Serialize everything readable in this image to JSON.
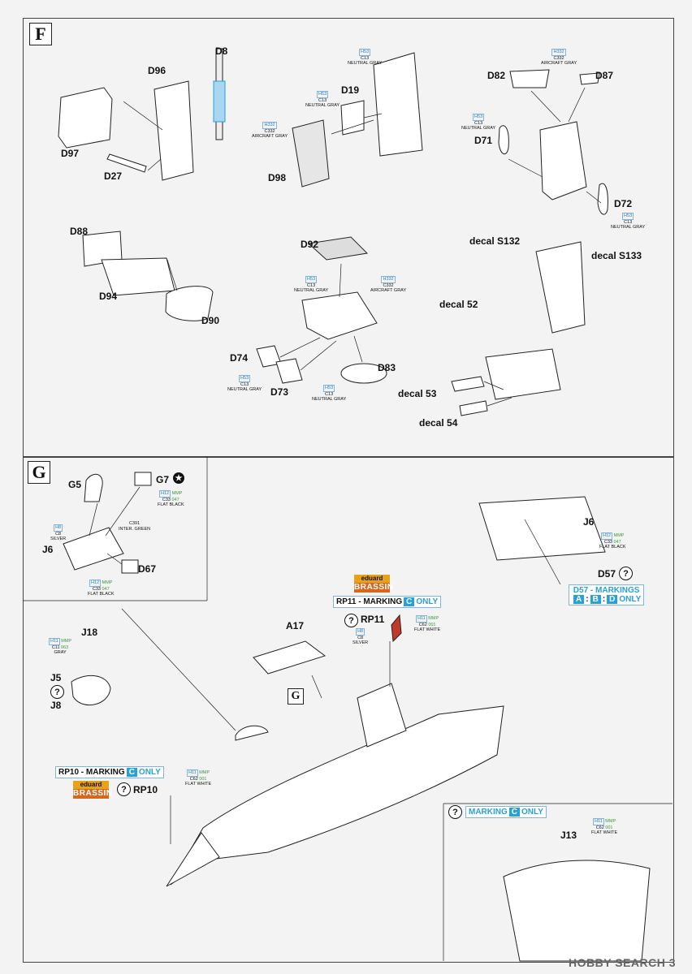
{
  "steps": {
    "f": "F",
    "g": "G",
    "g_ref": "G"
  },
  "f_labels": {
    "d8": "D8",
    "d96": "D96",
    "d97": "D97",
    "d27": "D27",
    "d19": "D19",
    "d98": "D98",
    "d82": "D82",
    "d87": "D87",
    "d71": "D71",
    "d72": "D72",
    "d88": "D88",
    "d94": "D94",
    "d90": "D90",
    "d92": "D92",
    "d74": "D74",
    "d73": "D73",
    "d83": "D83",
    "decal_s132": "decal S132",
    "decal_s133": "decal S133",
    "decal_52": "decal 52",
    "decal_53": "decal 53",
    "decal_54": "decal 54"
  },
  "paints": {
    "h53": "H53",
    "c13": "C13",
    "neutral_gray": "NEUTRAL GRAY",
    "h332": "H332",
    "c332": "C332",
    "aircraft_gray": "AIRCRAFT GRAY",
    "h12": "H12",
    "mmp": "MMP",
    "c33": "C33",
    "mmp047": "047",
    "flat_black": "FLAT BLACK",
    "h8": "H8",
    "c8": "C8",
    "silver": "SILVER",
    "c391": "C391",
    "inter_green": "INTER. GREEN",
    "h11": "H11",
    "c11": "C11",
    "mmp063": "063",
    "gray": "GRAY",
    "c62": "C62",
    "mmp001": "001",
    "flat_white": "FLAT WHITE"
  },
  "g_labels": {
    "g5": "G5",
    "g7": "G7",
    "j6": "J6",
    "d67": "D67",
    "j6b": "J6",
    "d57": "D57",
    "j18": "J18",
    "j5": "J5",
    "j8": "J8",
    "a17": "A17",
    "rp11": "RP11",
    "rp10": "RP10",
    "j13": "J13"
  },
  "markings": {
    "d57_title": "D57 - MARKINGS",
    "d57_a": "A",
    "d57_b": "B",
    "d57_d": "D",
    "only": "ONLY",
    "rp11_prefix": "RP11 - MARKING",
    "c": "C",
    "rp10_prefix": "RP10 - MARKING",
    "marking": "MARKING",
    "question": "?"
  },
  "brassin": {
    "top": "eduard",
    "bottom": "BRASSIN"
  },
  "watermark": "HOBBY SEARCH",
  "page_number": "3"
}
